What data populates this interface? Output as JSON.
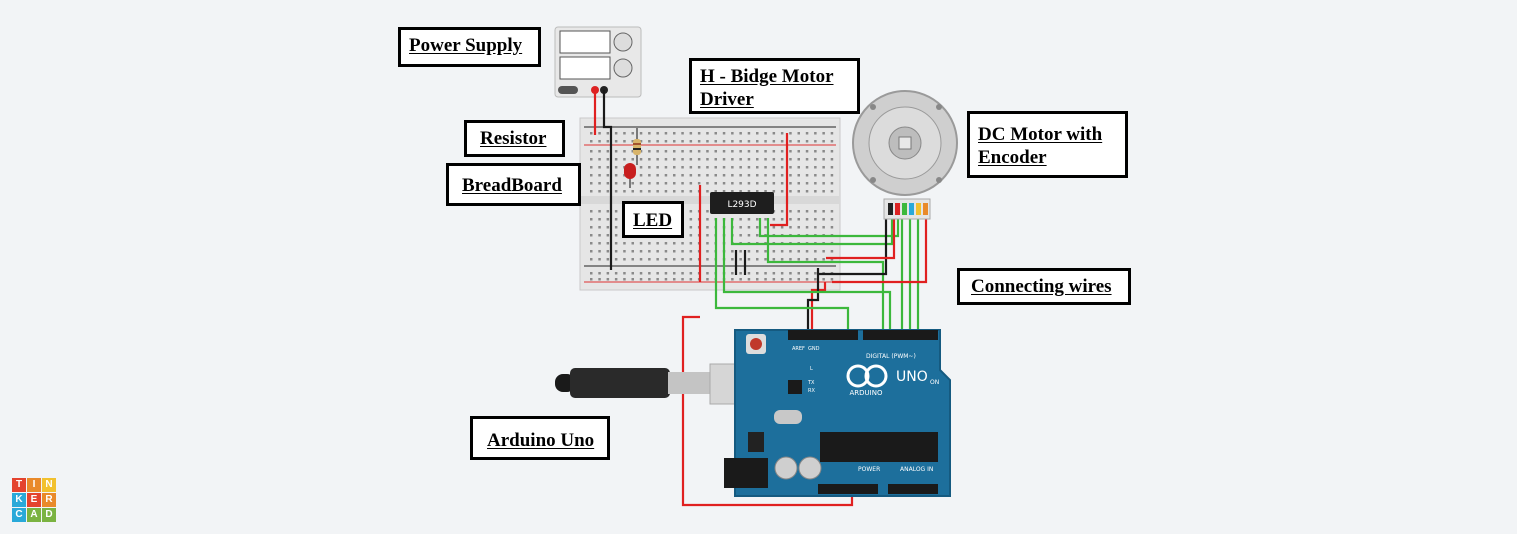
{
  "labels": {
    "power_supply": "Power Supply",
    "h_bridge_line1": "H - Bidge Motor",
    "h_bridge_line2": "Driver",
    "dc_motor_line1": "DC Motor with",
    "dc_motor_line2": "Encoder",
    "resistor": "Resistor",
    "breadboard": "BreadBoard",
    "led": "LED",
    "connecting_wires": "Connecting wires",
    "arduino": "Arduino Uno"
  },
  "chip_label": "L293D",
  "arduino_board": {
    "brand": "ARDUINO",
    "model": "UNO",
    "on": "ON",
    "digital": "DIGITAL (PWM~)",
    "power": "POWER",
    "analog": "ANALOG IN",
    "l_led": "L",
    "tx": "TX",
    "rx": "RX",
    "aref": "AREF",
    "gnd": "GND"
  },
  "logo": {
    "letters": [
      "T",
      "I",
      "N",
      "K",
      "E",
      "R",
      "C",
      "A",
      "D"
    ],
    "colors": [
      "#e4432e",
      "#e98a2a",
      "#f2c12e",
      "#29a9d9",
      "#e4432e",
      "#e98a2a",
      "#29a9d9",
      "#7bb341",
      "#7bb341"
    ]
  },
  "colors": {
    "wire_red": "#e02020",
    "wire_black": "#1a1a1a",
    "wire_green": "#3cb83c",
    "arduino_blue": "#1d6f9c",
    "background": "#f2f4f6"
  }
}
